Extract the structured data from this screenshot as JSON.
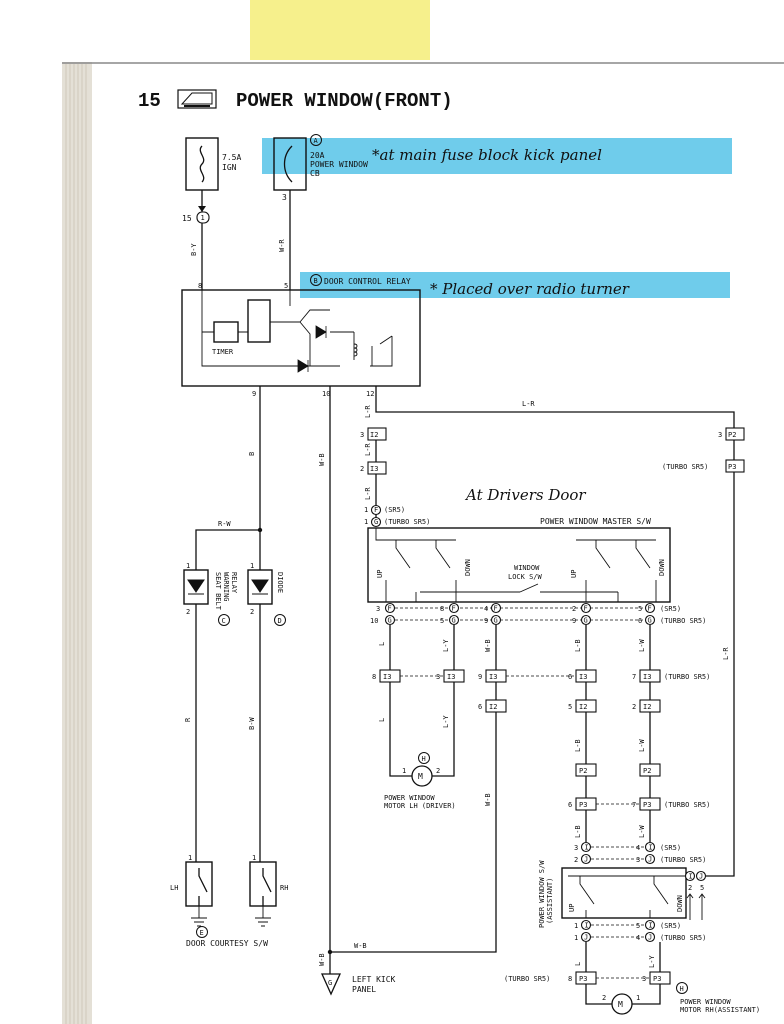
{
  "page": {
    "number": "15",
    "title": "POWER WINDOW(FRONT)",
    "highlight_color": "#56c3e8",
    "sticky_color": "#f6f08c",
    "paper_edge_color": "#e4e0d6"
  },
  "annotations": {
    "fuse_note": "*at main fuse block kick panel",
    "relay_note": "* Placed over radio turner",
    "master_note": "At Drivers Door"
  },
  "fuses": {
    "ign_rating": "7.5A",
    "ign_name": "IGN",
    "cb_rating": "20A",
    "cb_name1": "POWER WINDOW",
    "cb_name2": "CB",
    "cb_ref": "A",
    "cb_pin": "3"
  },
  "relay": {
    "ref": "B",
    "name": "DOOR CONTROL RELAY",
    "timer": "TIMER",
    "pin8": "8",
    "pin5": "5",
    "pin9": "9",
    "pin10": "10",
    "pin12": "12"
  },
  "connectors": {
    "c15": "15",
    "c1": "1",
    "i2": "I2",
    "i3": "I3",
    "p2": "P2",
    "p3": "P3",
    "f": "F",
    "g": "G",
    "i": "I",
    "j": "J",
    "n1": "1",
    "n2": "2",
    "n3": "3",
    "n4": "4",
    "n5": "5",
    "n6": "6",
    "n7": "7",
    "n8": "8",
    "n9": "9",
    "n10": "10"
  },
  "wires": {
    "by": "B-Y",
    "wr": "W-R",
    "lr": "L-R",
    "b": "B",
    "wb": "W-B",
    "rw": "R-W",
    "r": "R",
    "bw": "B-W",
    "l": "L",
    "ly": "L-Y",
    "lb": "L-B",
    "lw": "L-W"
  },
  "notes": {
    "sr5": "(SR5)",
    "turbo": "(TURBO SR5)",
    "turbo_sr5": "(TURBO SR5)"
  },
  "master_switch": {
    "name": "POWER WINDOW MASTER S/W",
    "lock": "WINDOW",
    "lock2": "LOCK S/W",
    "up": "UP",
    "down": "DOWN"
  },
  "components": {
    "seatbelt_relay1": "SEAT BELT",
    "seatbelt_relay2": "WARNING",
    "seatbelt_relay3": "RELAY",
    "seatbelt_ref": "C",
    "diode": "DIODE",
    "diode_ref": "D",
    "motor_lh1": "POWER WINDOW",
    "motor_lh2": "MOTOR LH (DRIVER)",
    "motor_ref": "H",
    "motor_m": "M",
    "motor_rh1": "POWER WINDOW",
    "motor_rh2": "MOTOR RH(ASSISTANT)",
    "courtesy": "DOOR COURTESY S/W",
    "courtesy_ref": "E",
    "lh": "LH",
    "rh": "RH",
    "ground": "LEFT KICK",
    "ground2": "PANEL",
    "ground_ref": "G",
    "assist_sw1": "POWER WINDOW S/W",
    "assist_sw2": "(ASSISTANT)",
    "up": "UP",
    "down": "DOWN"
  }
}
